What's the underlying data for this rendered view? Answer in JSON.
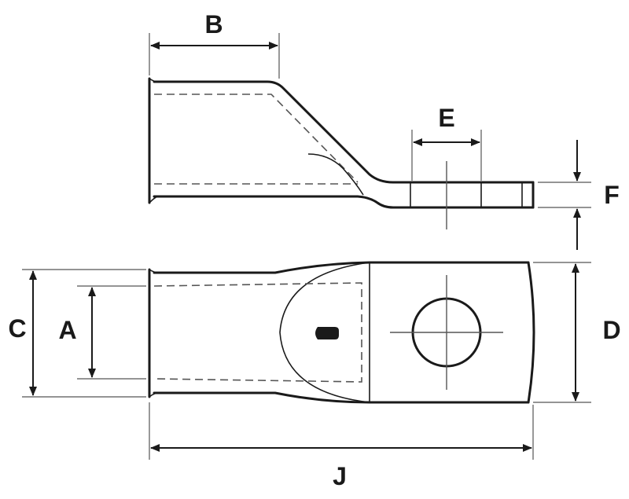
{
  "dimension_labels": {
    "a": "A",
    "b": "B",
    "c": "C",
    "d": "D",
    "e": "E",
    "f": "F",
    "j": "J"
  },
  "colors": {
    "line": "#1a1a1a",
    "hidden_line": "#555555",
    "background": "#ffffff"
  }
}
